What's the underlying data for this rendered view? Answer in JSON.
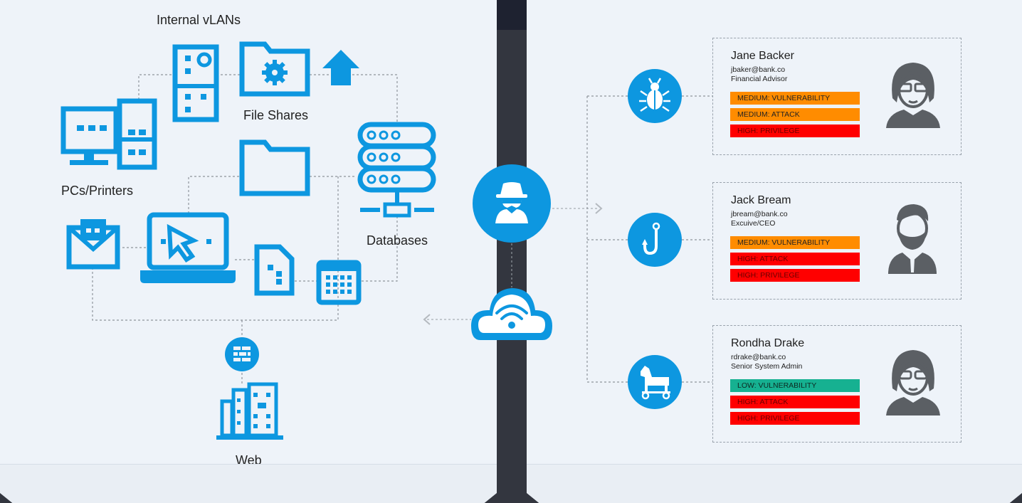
{
  "labels": {
    "internal_vlans": "Internal vLANs",
    "file_shares": "File Shares",
    "pcs_printers": "PCs/Printers",
    "databases": "Databases",
    "web": "Web"
  },
  "colors": {
    "icon_blue": "#0d97e0",
    "medium": "#ff8c00",
    "high": "#ff0000",
    "low": "#16b191",
    "divider": "#33363f"
  },
  "users": [
    {
      "name": "Jane Backer",
      "email": "jbaker@bank.co",
      "role": "Financial Advisor",
      "threat_icon": "bug-icon",
      "avatar": "female-glasses-icon",
      "badges": [
        {
          "text": "MEDIUM: VULNERABILITY",
          "level": "medium"
        },
        {
          "text": "MEDIUM: ATTACK",
          "level": "medium"
        },
        {
          "text": "HIGH: PRIVILEGE",
          "level": "high"
        }
      ]
    },
    {
      "name": "Jack Bream",
      "email": "jbream@bank.co",
      "role": "Excuive/CEO",
      "threat_icon": "phishing-hook-icon",
      "avatar": "male-beard-icon",
      "badges": [
        {
          "text": "MEDIUM: VULNERABILITY",
          "level": "medium"
        },
        {
          "text": "HIGH: ATTACK",
          "level": "high"
        },
        {
          "text": "HIGH: PRIVILEGE",
          "level": "high"
        }
      ]
    },
    {
      "name": "Rondha Drake",
      "email": "rdrake@bank.co",
      "role": "Senior System Admin",
      "threat_icon": "trojan-horse-icon",
      "avatar": "female-glasses-icon",
      "badges": [
        {
          "text": "LOW: VULNERABILITY",
          "level": "low"
        },
        {
          "text": "HIGH: ATTACK",
          "level": "high"
        },
        {
          "text": "HIGH: PRIVILEGE",
          "level": "high"
        }
      ]
    }
  ]
}
